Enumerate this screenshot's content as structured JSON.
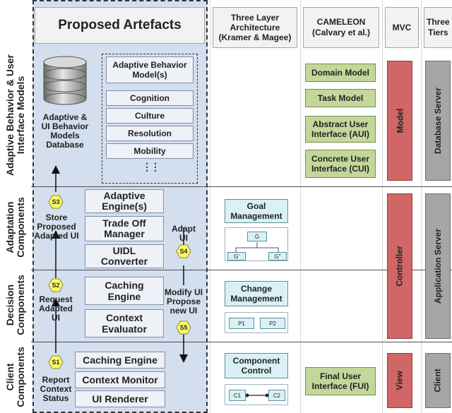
{
  "headers": {
    "proposed": "Proposed Artefacts",
    "three_layer": "Three Layer\nArchitecture\n(Kramer & Magee)",
    "cameleon": "CAMELEON\n(Calvary et al.)",
    "mvc": "MVC",
    "three_tiers": "Three\nTiers"
  },
  "tiers": {
    "models": "Adaptive Behavior & User\nInterface Models",
    "adaptation": "Adaptation\nComponents",
    "decision": "Decision\nComponents",
    "client": "Client\nComponents"
  },
  "proposed": {
    "database_label": "Adaptive &\nUI Behavior\nModels\nDatabase",
    "behavior_model": "Adaptive Behavior\nModel(s)",
    "model_items": [
      "Cognition",
      "Culture",
      "Resolution",
      "Mobility"
    ],
    "ellipsis": "⋮⋮",
    "adaptation_boxes": [
      "Adaptive\nEngine(s)",
      "Trade Off\nManager",
      "UIDL\nConverter"
    ],
    "decision_boxes": [
      "Caching\nEngine",
      "Context\nEvaluator"
    ],
    "client_boxes": [
      "Caching Engine",
      "Context Monitor",
      "UI Renderer"
    ],
    "steps": {
      "s1": {
        "tag": "S1",
        "text": "Report\nContext\nStatus"
      },
      "s2": {
        "tag": "S2",
        "text": "Request\nAdapted\nUI"
      },
      "s3": {
        "tag": "S3",
        "text": "Store\nProposed\nAdapted UI"
      },
      "s4": {
        "tag": "S4",
        "text": "Adapt\nUI"
      },
      "s5": {
        "tag": "S5",
        "text": "Modify UI\nPropose\nnew UI"
      }
    }
  },
  "three_layer": {
    "goal": "Goal\nManagement",
    "goal_nodes": [
      "G",
      "G'",
      "G\""
    ],
    "change": "Change\nManagement",
    "change_nodes": [
      "P1",
      "P2"
    ],
    "component": "Component\nControl",
    "component_nodes": [
      "C1",
      "C2"
    ]
  },
  "cameleon": {
    "items": [
      "Domain Model",
      "Task Model",
      "Abstract User\nInterface (AUI)",
      "Concrete User\nInterface (CUI)"
    ],
    "final": "Final User\nInterface (FUI)"
  },
  "mvc": {
    "model": "Model",
    "controller": "Controller",
    "view": "View"
  },
  "three_tiers": {
    "database": "Database Server",
    "application": "Application Server",
    "client": "Client"
  },
  "colors": {
    "green": "#c4d79b",
    "red": "#d16666",
    "gray": "#a6a6a6",
    "cyan": "#d9f1f5",
    "panel": "#d3deee",
    "box": "#eef1f8",
    "hexagon": "#ffff66"
  }
}
